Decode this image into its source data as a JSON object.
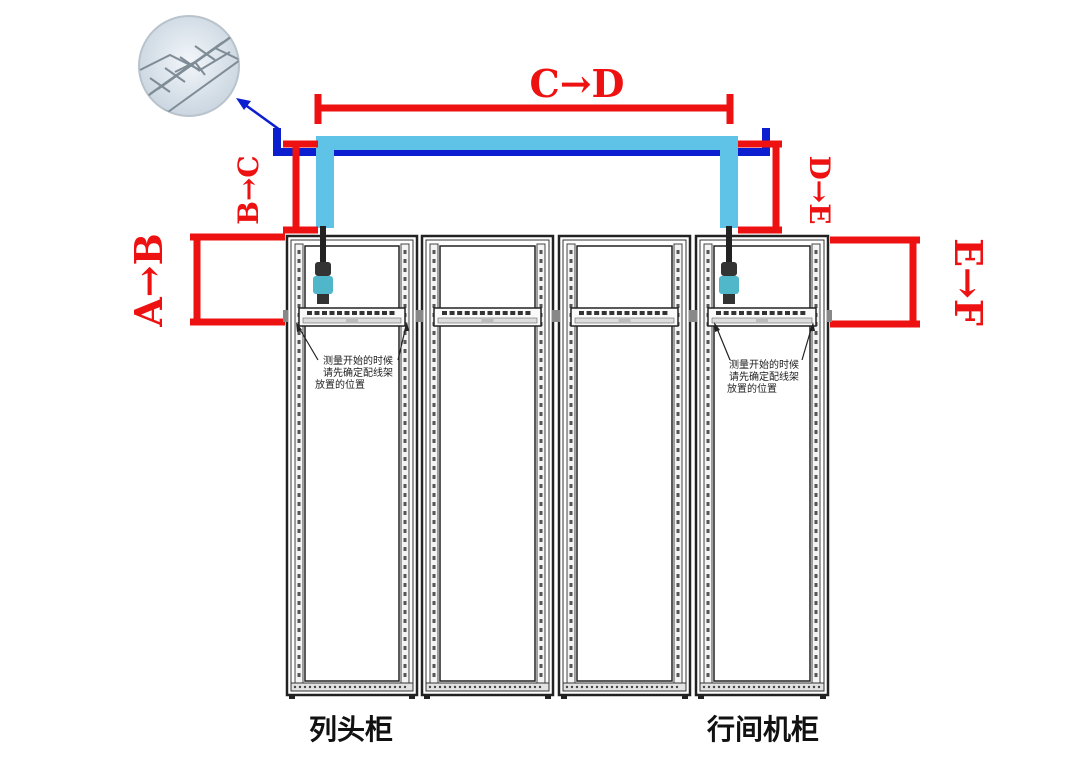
{
  "dimensions": {
    "a_b": "A→B",
    "b_c": "B→C",
    "c_d": "C→D",
    "d_e": "D→E",
    "e_f": "E→F"
  },
  "cabinets": {
    "head_label": "列头柜",
    "row_label": "行间机柜"
  },
  "notes": {
    "line1": "测量开始的时候",
    "line2": "请先确定配线架",
    "line3": "放置的位置"
  },
  "colors": {
    "dimension": "#ee1111",
    "tray": "#0b1fd0",
    "cable": "#5ec3e6",
    "connector": "#4fb7c9",
    "frame": "#222222"
  },
  "icons": {
    "tray_photo": "wire-mesh-cable-tray-icon"
  }
}
